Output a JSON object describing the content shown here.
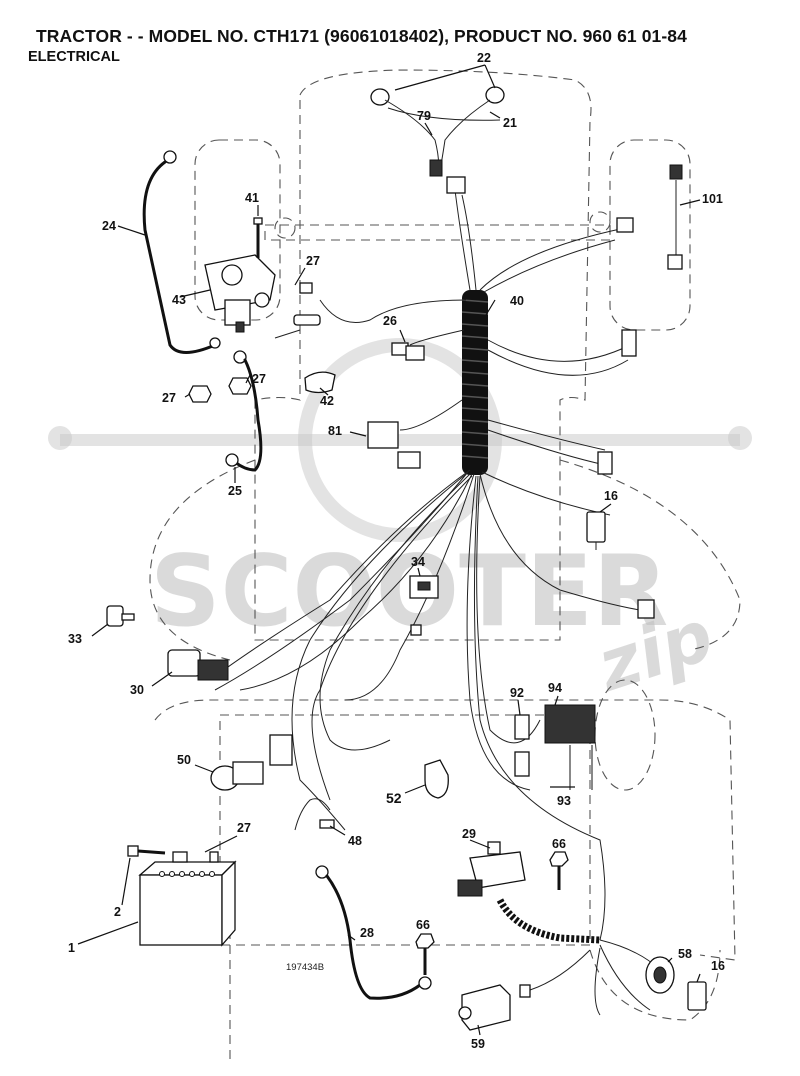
{
  "header": {
    "title": "TRACTOR - - MODEL NO. CTH171 (96061018402), PRODUCT NO. 960 61 01-84",
    "section": "ELECTRICAL"
  },
  "drawing_code": "197434B",
  "watermark": {
    "text": "SCOOTER",
    "script_text": "zip"
  },
  "callouts": [
    {
      "number": "22"
    },
    {
      "number": "79"
    },
    {
      "number": "21"
    },
    {
      "number": "101"
    },
    {
      "number": "41"
    },
    {
      "number": "24"
    },
    {
      "number": "27"
    },
    {
      "number": "43"
    },
    {
      "number": "40"
    },
    {
      "number": "26"
    },
    {
      "number": "27"
    },
    {
      "number": "27"
    },
    {
      "number": "42"
    },
    {
      "number": "81"
    },
    {
      "number": "25"
    },
    {
      "number": "16"
    },
    {
      "number": "34"
    },
    {
      "number": "33"
    },
    {
      "number": "30"
    },
    {
      "number": "92"
    },
    {
      "number": "94"
    },
    {
      "number": "50"
    },
    {
      "number": "52"
    },
    {
      "number": "93"
    },
    {
      "number": "48"
    },
    {
      "number": "27"
    },
    {
      "number": "29"
    },
    {
      "number": "66"
    },
    {
      "number": "2"
    },
    {
      "number": "1"
    },
    {
      "number": "28"
    },
    {
      "number": "66"
    },
    {
      "number": "58"
    },
    {
      "number": "16"
    },
    {
      "number": "59"
    }
  ]
}
